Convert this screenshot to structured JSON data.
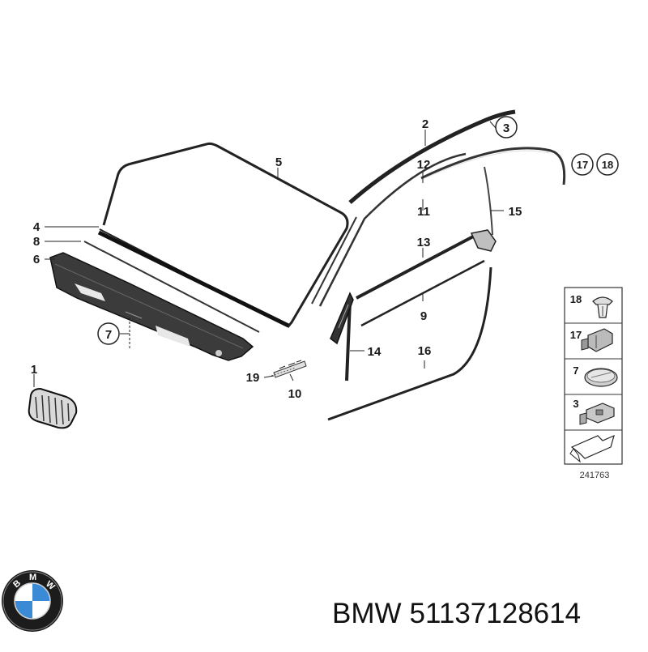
{
  "diagram": {
    "callouts": [
      "1",
      "2",
      "3",
      "4",
      "5",
      "6",
      "7",
      "8",
      "9",
      "10",
      "11",
      "12",
      "13",
      "14",
      "15",
      "16",
      "17",
      "18",
      "19"
    ],
    "circled_callouts": [
      "3",
      "7",
      "17",
      "18"
    ],
    "legend_items": [
      "18",
      "17",
      "7",
      "3"
    ],
    "reference_number": "241763"
  },
  "logo": {
    "brand_lettering": "BMW",
    "colors": {
      "blue": "#3a8ad6",
      "white": "#ffffff",
      "ring": "#111111"
    }
  },
  "caption": {
    "brand": "BMW",
    "part_number": "51137128614"
  }
}
